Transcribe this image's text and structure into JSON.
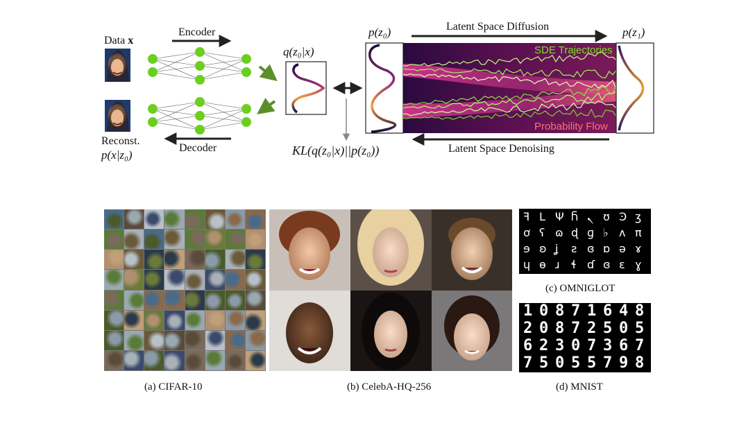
{
  "diagram": {
    "data_label": "Data",
    "data_symbol": "x",
    "encoder_label": "Encoder",
    "decoder_label": "Decoder",
    "reconst_label": "Reconst.",
    "reconst_expr": "p(x|z₀)",
    "posterior_expr": "q(z₀|x)",
    "kl_expr": "KL(q(z₀|x)||p(z₀))",
    "prior_left_expr": "p(z₀)",
    "prior_right_expr": "p(z₁)",
    "diffusion_label": "Latent Space Diffusion",
    "denoising_label": "Latent Space Denoising",
    "sde_label": "SDE Trajectories",
    "flow_label": "Probability Flow",
    "colors": {
      "node": "#6ccf1f",
      "arrow_green": "#5a8f2a",
      "sde": "#7be02a",
      "flow": "#ff6f7a"
    }
  },
  "captions": {
    "cifar": "(a) CIFAR-10",
    "celeba": "(b) CelebA-HQ-256",
    "omniglot": "(c) OMNIGLOT",
    "mnist": "(d) MNIST"
  },
  "mnist_digits": [
    [
      "1",
      "0",
      "8",
      "7",
      "1",
      "6",
      "4",
      "8"
    ],
    [
      "2",
      "0",
      "8",
      "7",
      "2",
      "5",
      "0",
      "5"
    ],
    [
      "6",
      "2",
      "3",
      "0",
      "7",
      "3",
      "6",
      "7"
    ],
    [
      "7",
      "5",
      "0",
      "5",
      "5",
      "7",
      "9",
      "8"
    ]
  ],
  "omniglot_glyphs": [
    [
      "ꟻ",
      "L",
      "Ψ",
      "Ⴌ",
      "ܢ",
      "ʊ",
      "Ͽ",
      "ʒ"
    ],
    [
      "ơ",
      "ʕ",
      "ɷ",
      "ɖ",
      "ɡ",
      "♭",
      "ʌ",
      "π"
    ],
    [
      "ɘ",
      "ʚ",
      "ʝ",
      "ƨ",
      "ɞ",
      "ɒ",
      "ə",
      "ɤ"
    ],
    [
      "ɥ",
      "ɵ",
      "ɹ",
      "ɬ",
      "ɗ",
      "ɞ",
      "ɛ",
      "ɣ"
    ]
  ]
}
